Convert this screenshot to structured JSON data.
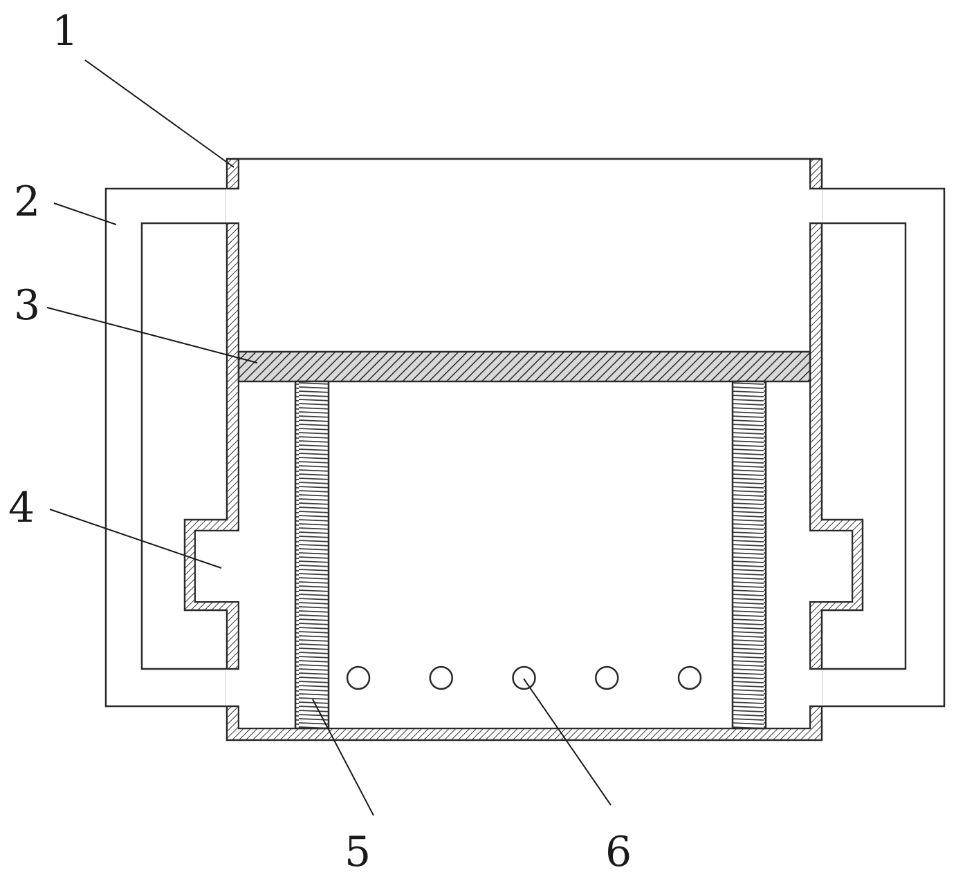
{
  "diagram": {
    "labels": [
      {
        "id": "1",
        "text": "1"
      },
      {
        "id": "2",
        "text": "2"
      },
      {
        "id": "3",
        "text": "3"
      },
      {
        "id": "4",
        "text": "4"
      },
      {
        "id": "5",
        "text": "5"
      },
      {
        "id": "6",
        "text": "6"
      }
    ],
    "hole_count": 5,
    "colors": {
      "line": "#2a2a2a",
      "background": "#ffffff"
    }
  }
}
